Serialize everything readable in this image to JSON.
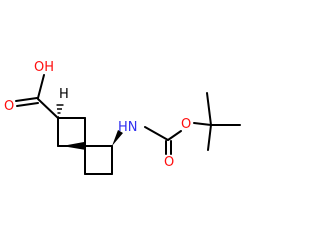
{
  "molecule": {
    "atom_labels": {
      "hydroxyl": "OH",
      "carbonyl_oxygen_acid": "O",
      "alpha_hydrogen": "H",
      "amine": "HN",
      "ester_oxygen": "O",
      "carbonyl_oxygen_carbamate": "O"
    },
    "colors": {
      "carbon_bond": "#000000",
      "oxygen": "#ff0d0d",
      "nitrogen": "#3030f0",
      "hydrogen": "#000000"
    }
  }
}
